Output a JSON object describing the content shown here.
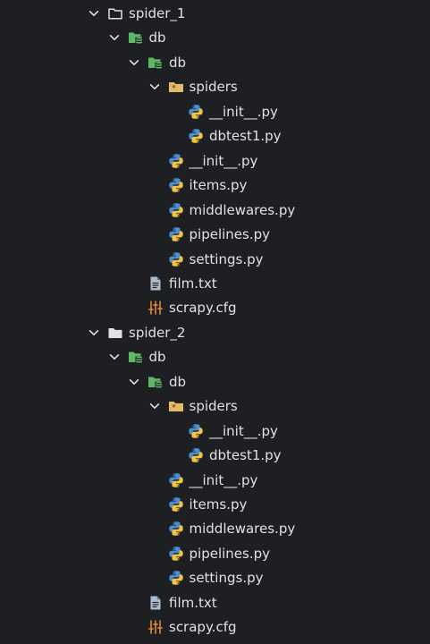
{
  "project_tree": {
    "items": [
      {
        "label": "spider_1",
        "kind": "folder-outline",
        "depth": 0,
        "expandable": true
      },
      {
        "label": "db",
        "kind": "folder-db",
        "depth": 1,
        "expandable": true
      },
      {
        "label": "db",
        "kind": "folder-db",
        "depth": 2,
        "expandable": true
      },
      {
        "label": "spiders",
        "kind": "folder-package",
        "depth": 3,
        "expandable": true
      },
      {
        "label": "__init__.py",
        "kind": "python",
        "depth": 4,
        "expandable": false
      },
      {
        "label": "dbtest1.py",
        "kind": "python",
        "depth": 4,
        "expandable": false
      },
      {
        "label": "__init__.py",
        "kind": "python",
        "depth": 3,
        "expandable": false
      },
      {
        "label": "items.py",
        "kind": "python",
        "depth": 3,
        "expandable": false
      },
      {
        "label": "middlewares.py",
        "kind": "python",
        "depth": 3,
        "expandable": false
      },
      {
        "label": "pipelines.py",
        "kind": "python",
        "depth": 3,
        "expandable": false
      },
      {
        "label": "settings.py",
        "kind": "python",
        "depth": 3,
        "expandable": false
      },
      {
        "label": "film.txt",
        "kind": "text",
        "depth": 2,
        "expandable": false
      },
      {
        "label": "scrapy.cfg",
        "kind": "config",
        "depth": 2,
        "expandable": false
      },
      {
        "label": "spider_2",
        "kind": "folder-filled",
        "depth": 0,
        "expandable": true
      },
      {
        "label": "db",
        "kind": "folder-db",
        "depth": 1,
        "expandable": true
      },
      {
        "label": "db",
        "kind": "folder-db",
        "depth": 2,
        "expandable": true
      },
      {
        "label": "spiders",
        "kind": "folder-package",
        "depth": 3,
        "expandable": true
      },
      {
        "label": "__init__.py",
        "kind": "python",
        "depth": 4,
        "expandable": false
      },
      {
        "label": "dbtest1.py",
        "kind": "python",
        "depth": 4,
        "expandable": false
      },
      {
        "label": "__init__.py",
        "kind": "python",
        "depth": 3,
        "expandable": false
      },
      {
        "label": "items.py",
        "kind": "python",
        "depth": 3,
        "expandable": false
      },
      {
        "label": "middlewares.py",
        "kind": "python",
        "depth": 3,
        "expandable": false
      },
      {
        "label": "pipelines.py",
        "kind": "python",
        "depth": 3,
        "expandable": false
      },
      {
        "label": "settings.py",
        "kind": "python",
        "depth": 3,
        "expandable": false
      },
      {
        "label": "film.txt",
        "kind": "text",
        "depth": 2,
        "expandable": false
      },
      {
        "label": "scrapy.cfg",
        "kind": "config",
        "depth": 2,
        "expandable": false
      }
    ]
  },
  "colors": {
    "background": "#1e1f22",
    "text": "#dfe1e5",
    "chevron": "#dfe1e5",
    "folder_db_green": "#5fb865",
    "folder_package_yellow": "#e8b965",
    "python_blue": "#4a8fd6",
    "python_yellow": "#f2c443",
    "text_file_icon": "#aebdd0",
    "config_orange": "#e08a3a"
  }
}
